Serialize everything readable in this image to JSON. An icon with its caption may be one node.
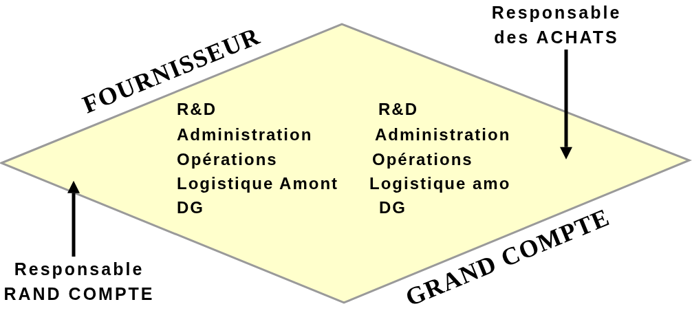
{
  "diagram": {
    "nodes": [
      {
        "text": [
          "FOURNISSEUR",
          "R&D",
          "Administration",
          "Opérations",
          "Logistique Amont",
          "DG",
          "R&D",
          "Administration",
          "Opérations",
          "Logistique amo",
          "DG",
          "GRAND COMPTE"
        ]
      },
      {
        "text": [
          "Responsable des ACHATS"
        ]
      },
      {
        "text": [
          "Responsable RAND COMPTE"
        ]
      }
    ],
    "edges": [
      {
        "from": 1,
        "to": 0,
        "arrow": "to"
      },
      {
        "from": 2,
        "to": 0,
        "arrow": "to"
      }
    ]
  }
}
